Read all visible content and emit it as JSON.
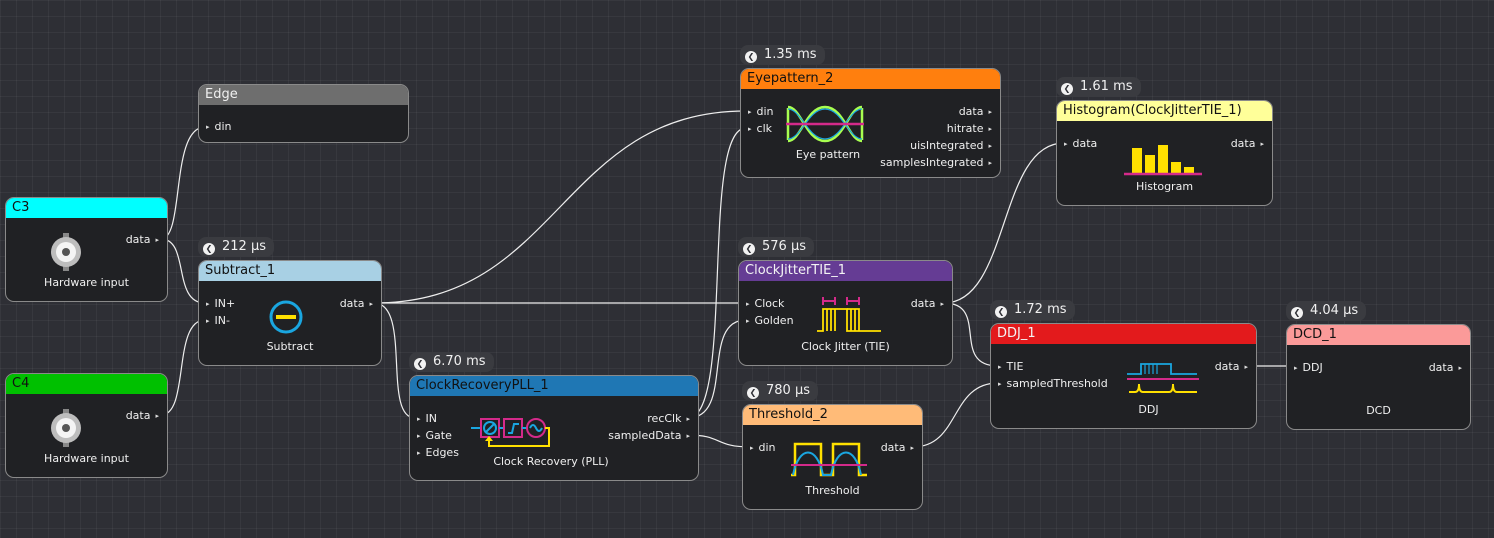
{
  "colors": {
    "c3": "#00ffff",
    "c4": "#00c000",
    "edge": "#6e6e6e",
    "subtract": "#a8d0e4",
    "pll": "#1f77b4",
    "eye": "#ff7f0e",
    "tie": "#653c94",
    "threshold": "#ffbb78",
    "histogram": "#ffff99",
    "ddj": "#e31a1c",
    "dcd": "#fb9a99",
    "wire": "#eeeeee",
    "node_bg": "#202124",
    "accent_yellow": "#ffe000",
    "accent_blue": "#1aa6e0",
    "accent_magenta": "#d42a8a"
  },
  "nodes": {
    "c3": {
      "title": "C3",
      "caption": "Hardware input",
      "outputs": [
        "data"
      ],
      "icon": "bnc-connector-icon"
    },
    "c4": {
      "title": "C4",
      "caption": "Hardware input",
      "outputs": [
        "data"
      ],
      "icon": "bnc-connector-icon"
    },
    "edge": {
      "title": "Edge",
      "inputs": [
        "din"
      ]
    },
    "subtract": {
      "title": "Subtract_1",
      "time": "212 µs",
      "caption": "Subtract",
      "inputs": [
        "IN+",
        "IN-"
      ],
      "outputs": [
        "data"
      ],
      "icon": "minus-circle-icon"
    },
    "pll": {
      "title": "ClockRecoveryPLL_1",
      "time": "6.70 ms",
      "caption": "Clock Recovery (PLL)",
      "inputs": [
        "IN",
        "Gate",
        "Edges"
      ],
      "outputs": [
        "recClk",
        "sampledData"
      ],
      "icon": "pll-icon"
    },
    "eye": {
      "title": "Eyepattern_2",
      "time": "1.35 ms",
      "caption": "Eye pattern",
      "inputs": [
        "din",
        "clk"
      ],
      "outputs": [
        "data",
        "hitrate",
        "uisIntegrated",
        "samplesIntegrated"
      ],
      "icon": "eye-pattern-icon"
    },
    "tie": {
      "title": "ClockJitterTIE_1",
      "time": "576 µs",
      "caption": "Clock Jitter (TIE)",
      "inputs": [
        "Clock",
        "Golden"
      ],
      "outputs": [
        "data"
      ],
      "icon": "clock-jitter-icon"
    },
    "threshold": {
      "title": "Threshold_2",
      "time": "780 µs",
      "caption": "Threshold",
      "inputs": [
        "din"
      ],
      "outputs": [
        "data"
      ],
      "icon": "threshold-icon"
    },
    "histogram": {
      "title": "Histogram(ClockJitterTIE_1)",
      "time": "1.61 ms",
      "caption": "Histogram",
      "inputs": [
        "data"
      ],
      "outputs": [
        "data"
      ],
      "icon": "histogram-icon"
    },
    "ddj": {
      "title": "DDJ_1",
      "time": "1.72 ms",
      "caption": "DDJ",
      "inputs": [
        "TIE",
        "sampledThreshold"
      ],
      "outputs": [
        "data"
      ],
      "icon": "ddj-icon"
    },
    "dcd": {
      "title": "DCD_1",
      "time": "4.04 µs",
      "caption": "DCD",
      "inputs": [
        "DDJ"
      ],
      "outputs": [
        "data"
      ]
    }
  }
}
